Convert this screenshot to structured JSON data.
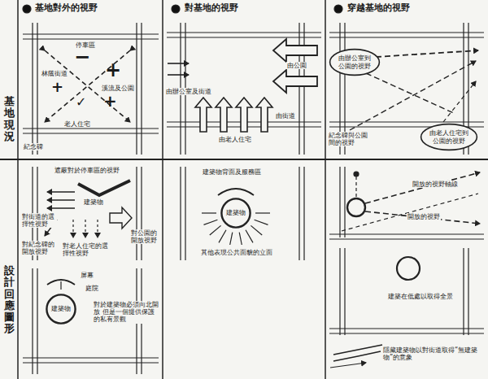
{
  "diagram": {
    "nodes": [
      {
        "text": [
          "由辦公室到公園的視野"
        ]
      },
      {
        "text": [
          "由老人住宅到公園的視野"
        ]
      },
      {
        "text": [
          "建築物"
        ]
      },
      {
        "text": [
          "建築物"
        ]
      }
    ],
    "labels": [
      "基地對外的視野",
      "對基地的視野",
      "穿越基地的視野",
      "基地現況",
      "設計回應圖形",
      "停車區",
      "林蔭街道",
      "溪流及公園",
      "老人住宅",
      "紀念碑",
      "−",
      "+",
      "+",
      "✓",
      "+",
      "由公園",
      "由辦公室及街道",
      "由街道",
      "由老人住宅",
      "紀念碑與公園間的視野",
      "遮蔽對於停車區的視野",
      "建築物",
      "對街道的選擇性視野",
      "對公園的開放視野",
      "對紀念碑的開放視野",
      "對老人住宅的選擇性視野",
      "屏幕",
      "庭院",
      "對於建築物必須向北開放 但是一個提供保護的私有景觀",
      "建築物背面及服務區",
      "其他表現公共面貌的立面",
      "開放的視野軸線",
      "開放的視野",
      "建築在低處以取得全景",
      "隱藏建築物以對街道取得“無建築物”的意象"
    ]
  }
}
